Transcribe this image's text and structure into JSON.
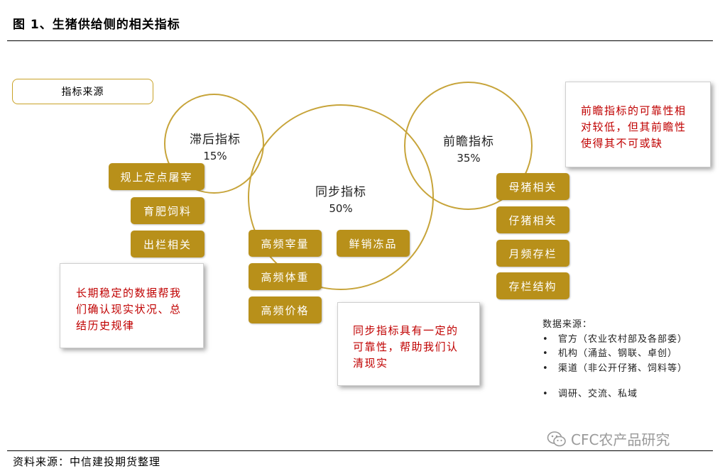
{
  "title": "图 1、生猪供给侧的相关指标",
  "legend_label": "指标来源",
  "circles": {
    "lagging": {
      "name": "滞后指标",
      "pct": "15%"
    },
    "sync": {
      "name": "同步指标",
      "pct": "50%"
    },
    "leading": {
      "name": "前瞻指标",
      "pct": "35%"
    }
  },
  "lagging_items": [
    "规上定点屠宰",
    "育肥饲料",
    "出栏相关"
  ],
  "sync_items": [
    "高频宰量",
    "鲜销冻品",
    "高频体重",
    "高频价格"
  ],
  "leading_items": [
    "母猪相关",
    "仔猪相关",
    "月频存栏",
    "存栏结构"
  ],
  "notes": {
    "lagging": [
      "长期稳定的数据帮我",
      "们确认现实状况、总",
      "结历史规律"
    ],
    "sync": [
      "同步指标具有一定的",
      "可靠性，帮助我们认",
      "清现实"
    ],
    "leading": [
      "前瞻指标的可靠性相",
      "对较低，但其前瞻性",
      "使得其不可或缺"
    ]
  },
  "data_sources": {
    "heading": "数据来源：",
    "items": [
      "官方（农业农村部及各部委）",
      "机构（涌益、钢联、卓创）",
      "渠道（非公开仔猪、饲料等）",
      "调研、交流、私域"
    ]
  },
  "watermark": "CFC农产品研究",
  "footer": "资料来源：中信建投期货整理",
  "colors": {
    "gold": "#b8901a",
    "circle_stroke": "#c7a43a",
    "note_text": "#c00000"
  },
  "icons": [
    "wechat-icon",
    "bullet-icon"
  ]
}
